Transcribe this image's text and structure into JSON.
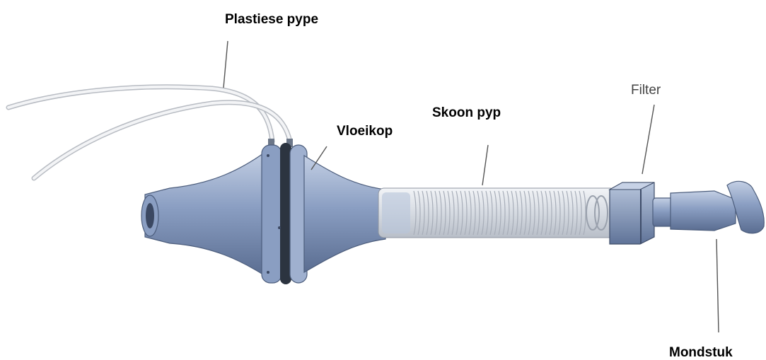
{
  "labels": {
    "plastic_tubes": "Plastiese pype",
    "flow_head": "Vloeikop",
    "clean_tube": "Skoon pyp",
    "filter": "Filter",
    "mouthpiece": "Mondstuk"
  },
  "colors": {
    "body_blue": "#8a9ec2",
    "body_blue_dark": "#5f7398",
    "body_blue_light": "#b9c7de",
    "flange_dark": "#2c3440",
    "tube_grey": "#d9dde3",
    "leader_line": "#555555"
  }
}
